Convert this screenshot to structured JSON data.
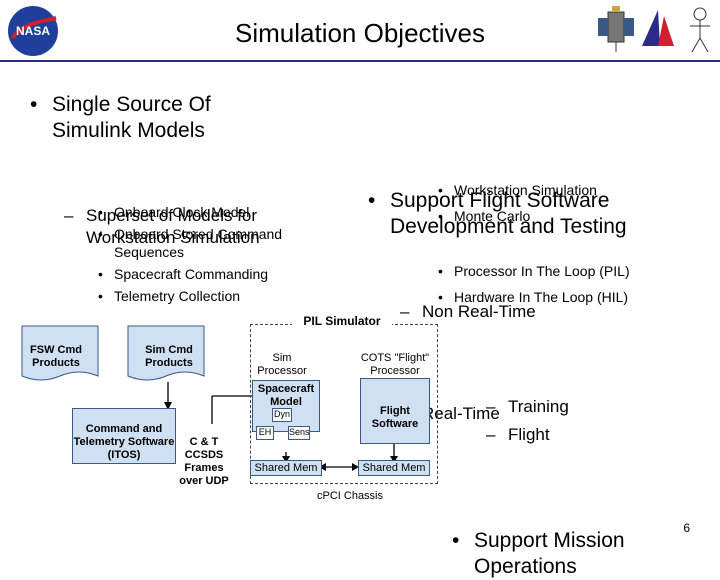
{
  "title": "Simulation Objectives",
  "left": {
    "bullet": "Single Source Of Simulink Models",
    "sub": "Superset of Models for Workstation Simulation",
    "items": [
      "Onboard Clock Model",
      "Onboard Stored Command Sequences",
      "Spacecraft Commanding",
      "Telemetry Collection"
    ]
  },
  "right": {
    "bullet": "Support Flight Software Development and Testing",
    "nrt": "Non Real-Time",
    "nrt_items": [
      "Workstation Simulation",
      "Monte Carlo"
    ],
    "rt": "Real-Time",
    "rt_items": [
      "Processor In The Loop (PIL)",
      "Hardware In The Loop (HIL)"
    ]
  },
  "mission": {
    "bullet": "Support Mission Operations",
    "items": [
      "Training",
      "Flight"
    ]
  },
  "diagram": {
    "fsw": "FSW Cmd Products",
    "simcmd": "Sim Cmd Products",
    "itos": "Command and Telemetry Software (ITOS)",
    "ct": "C & T CCSDS Frames over UDP",
    "pil": "PIL Simulator",
    "simproc": "Sim Processor",
    "cots": "COTS \"Flight\" Processor",
    "scmodel": "Spacecraft Model",
    "dyn": "Dyn",
    "eh": "EH",
    "sens": "Sens",
    "flightsw": "Flight Software",
    "shm1": "Shared Mem",
    "shm2": "Shared Mem",
    "chassis": "cPCI Chassis"
  },
  "logos": {
    "nasa": "NASA"
  },
  "page_number": "6",
  "colors": {
    "box_fill": "#cfe0f3",
    "rule": "#2b2b8c",
    "nasa_blue": "#1f3f9a",
    "nasa_red": "#d01f2f"
  }
}
